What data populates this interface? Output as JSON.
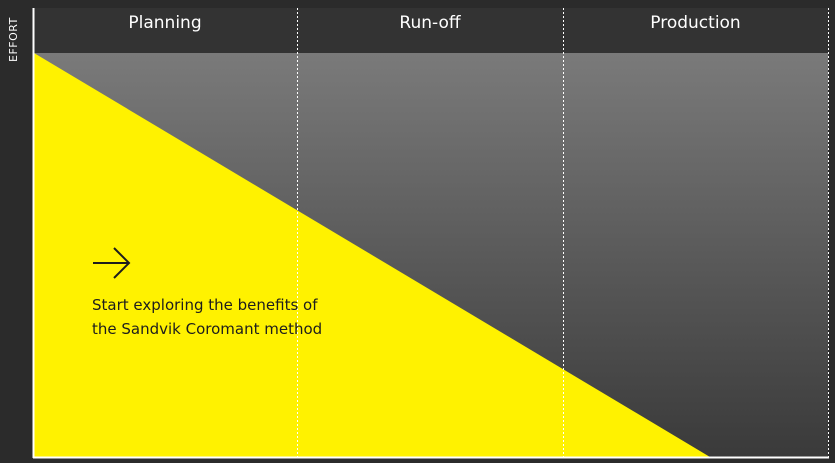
{
  "y_axis_label": "EFFORT",
  "phases": [
    {
      "label": "Planning"
    },
    {
      "label": "Run-off"
    },
    {
      "label": "Production"
    }
  ],
  "cta": {
    "icon": "arrow-right-icon",
    "lines": [
      "Start exploring the benefits of",
      "the Sandvik Coromant method"
    ]
  },
  "colors": {
    "background": "#2b2b2b",
    "header": "#333333",
    "accent_yellow": "#fff200",
    "gradient_top": "#7a7a7a",
    "gradient_bottom": "#3c3c3c",
    "axis": "#ffffff"
  }
}
